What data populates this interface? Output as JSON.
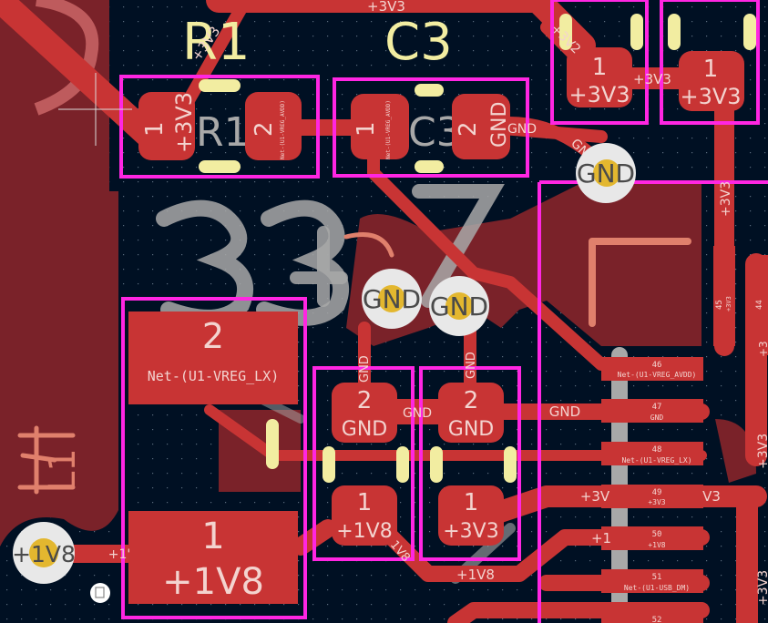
{
  "app": {
    "view": "PCB editor canvas (F.Cu layer, zoomed)"
  },
  "colors": {
    "background": "#001023",
    "copper_front": "#c83434",
    "copper_zone": "#7a2229",
    "courtyard": "#ff26e2",
    "silkscreen_ref": "#f2eda1",
    "silkscreen_back": "#e0806c",
    "fab_gray": "#a8a8a8",
    "via_ring": "#e8e8e8",
    "via_hole": "#e3b72f"
  },
  "references": {
    "r1_silk": "R1",
    "c3_silk": "C3",
    "r1_fab": "R1",
    "c3_fab": "C3",
    "l1_silk": "L1",
    "big_fab": "33",
    "big_fab_2": "7"
  },
  "pads": {
    "r1_pad1": {
      "num": "1",
      "net": "+3V3"
    },
    "r1_pad2": {
      "num": "2",
      "net": "Net-(U1-VREG_AVDD)"
    },
    "c3_pad1": {
      "num": "1",
      "net": "Net-(U1-VREG_AVDD)"
    },
    "c3_pad2": {
      "num": "2",
      "net": "GND"
    },
    "tr_pad1_left": {
      "num": "1",
      "net": "+3V3"
    },
    "tr_pad1_right": {
      "num": "1",
      "net": "+3V3"
    },
    "l1_pad2": {
      "num": "2",
      "net": "Net-(U1-VREG_LX)"
    },
    "l1_pad1": {
      "num": "1",
      "net": "+1V8"
    },
    "cap_a_pad2": {
      "num": "2",
      "net": "GND"
    },
    "cap_a_pad1": {
      "num": "1",
      "net": "+1V8"
    },
    "cap_b_pad2": {
      "num": "2",
      "net": "GND"
    },
    "cap_b_pad1": {
      "num": "1",
      "net": "+3V3"
    }
  },
  "u1_pins": [
    {
      "num": "44",
      "net": ""
    },
    {
      "num": "45",
      "net": "+3V3"
    },
    {
      "num": "46",
      "net": "Net-(U1-VREG_AVDD)"
    },
    {
      "num": "47",
      "net": "GND"
    },
    {
      "num": "48",
      "net": "Net-(U1-VREG_LX)"
    },
    {
      "num": "49",
      "net": "+3V3"
    },
    {
      "num": "50",
      "net": "+1V8"
    },
    {
      "num": "51",
      "net": "Net-(U1-USB_DM)"
    },
    {
      "num": "52",
      "net": ""
    }
  ],
  "vias": [
    {
      "net": "GND",
      "label": "GND"
    },
    {
      "net": "GND",
      "label": "GND"
    },
    {
      "net": "GND",
      "label": "GND"
    },
    {
      "net": "+1V8",
      "label": "+1V8"
    }
  ],
  "track_labels": {
    "top": "+3V3",
    "r1_diag": "+3V3",
    "tr_diag": "+3V2",
    "tr_link": "+3V3",
    "c3_gnd": "GND",
    "gnd_diag": "GN",
    "right_vert": "+3V3",
    "right_vert_2": "+3V3",
    "right_vert_3": "+3V3",
    "right_top": "+3",
    "cap_gnd_link": "GND",
    "cap_gnd_vert_a": "GND",
    "cap_gnd_vert_b": "GND",
    "gnd_row": "GND",
    "row_3v": "+3V",
    "row_v3": "V3",
    "row_1": "+1",
    "row_1v8": "+1V8",
    "diag_1v8": "1V8",
    "via_1v8_trace": "+1'"
  }
}
